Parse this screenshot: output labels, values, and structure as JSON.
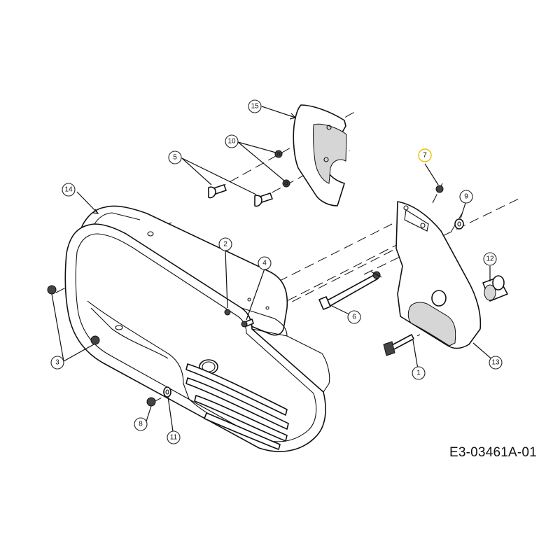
{
  "drawing_code": "E3-03461A-01",
  "highlight_color": "#e8c200",
  "callouts": [
    {
      "id": "c1",
      "label": "1"
    },
    {
      "id": "c2",
      "label": "2"
    },
    {
      "id": "c3",
      "label": "3"
    },
    {
      "id": "c4",
      "label": "4"
    },
    {
      "id": "c5",
      "label": "5"
    },
    {
      "id": "c6",
      "label": "6"
    },
    {
      "id": "c7",
      "label": "7",
      "highlighted": true
    },
    {
      "id": "c8",
      "label": "8"
    },
    {
      "id": "c9",
      "label": "9"
    },
    {
      "id": "c10",
      "label": "10"
    },
    {
      "id": "c11",
      "label": "11"
    },
    {
      "id": "c12",
      "label": "12"
    },
    {
      "id": "c13",
      "label": "13"
    },
    {
      "id": "c14",
      "label": "14"
    },
    {
      "id": "c15",
      "label": "15"
    }
  ]
}
